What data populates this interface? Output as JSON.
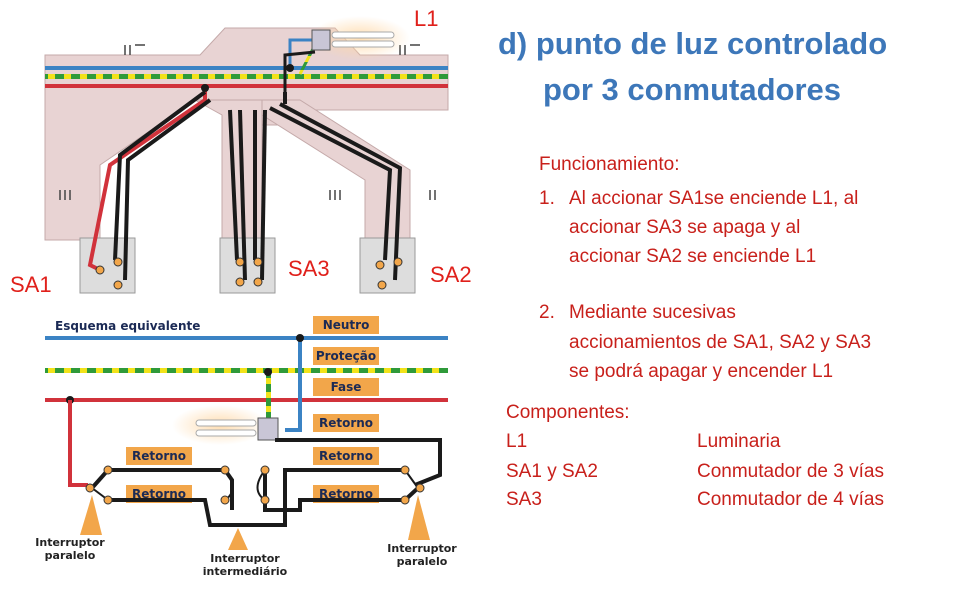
{
  "title": {
    "line1": "d)  punto de luz controlado",
    "line2": "por 3 conmutadores"
  },
  "labels": {
    "l1": "L1",
    "sa1": "SA1",
    "sa2": "SA2",
    "sa3": "SA3"
  },
  "schema": {
    "heading": "Esquema equivalente",
    "neutro": "Neutro",
    "protecao": "Proteção",
    "fase": "Fase",
    "retorno": "Retorno",
    "interruptor_paralelo": [
      "Interruptor",
      "paralelo"
    ],
    "interruptor_intermediario": [
      "Interruptor",
      "intermediário"
    ]
  },
  "funcionamiento": {
    "heading": "Funcionamiento:",
    "items": [
      {
        "num": "1.",
        "lines": [
          "Al accionar SA1se enciende L1,  al",
          "accionar SA3 se apaga y al",
          "accionar SA2 se enciende L1"
        ]
      },
      {
        "num": "2.",
        "lines": [
          "Mediante sucesivas",
          "accionamientos de SA1, SA2 y SA3",
          "se podrá apagar y encender L1"
        ]
      }
    ]
  },
  "componentes": {
    "heading": "Componentes:",
    "rows": [
      {
        "code": "L1",
        "desc": "Luminaria"
      },
      {
        "code": "SA1 y SA2",
        "desc": "Conmutador de 3 vías"
      },
      {
        "code": "SA3",
        "desc": "Conmutador de 4 vías"
      }
    ]
  },
  "colors": {
    "title": "#3d77b9",
    "text_red": "#c8201b",
    "neutro": "#3b83c4",
    "protecao": "#2f9a3a",
    "protecao_stripe": "#f2e21a",
    "fase": "#d1323b",
    "retorno": "#1a1a1a",
    "conduit": "#e8d3d3",
    "tag": "#f2a64a"
  },
  "icons": [
    "lamp-icon",
    "switch-box-icon",
    "orange-arrow-icon"
  ]
}
